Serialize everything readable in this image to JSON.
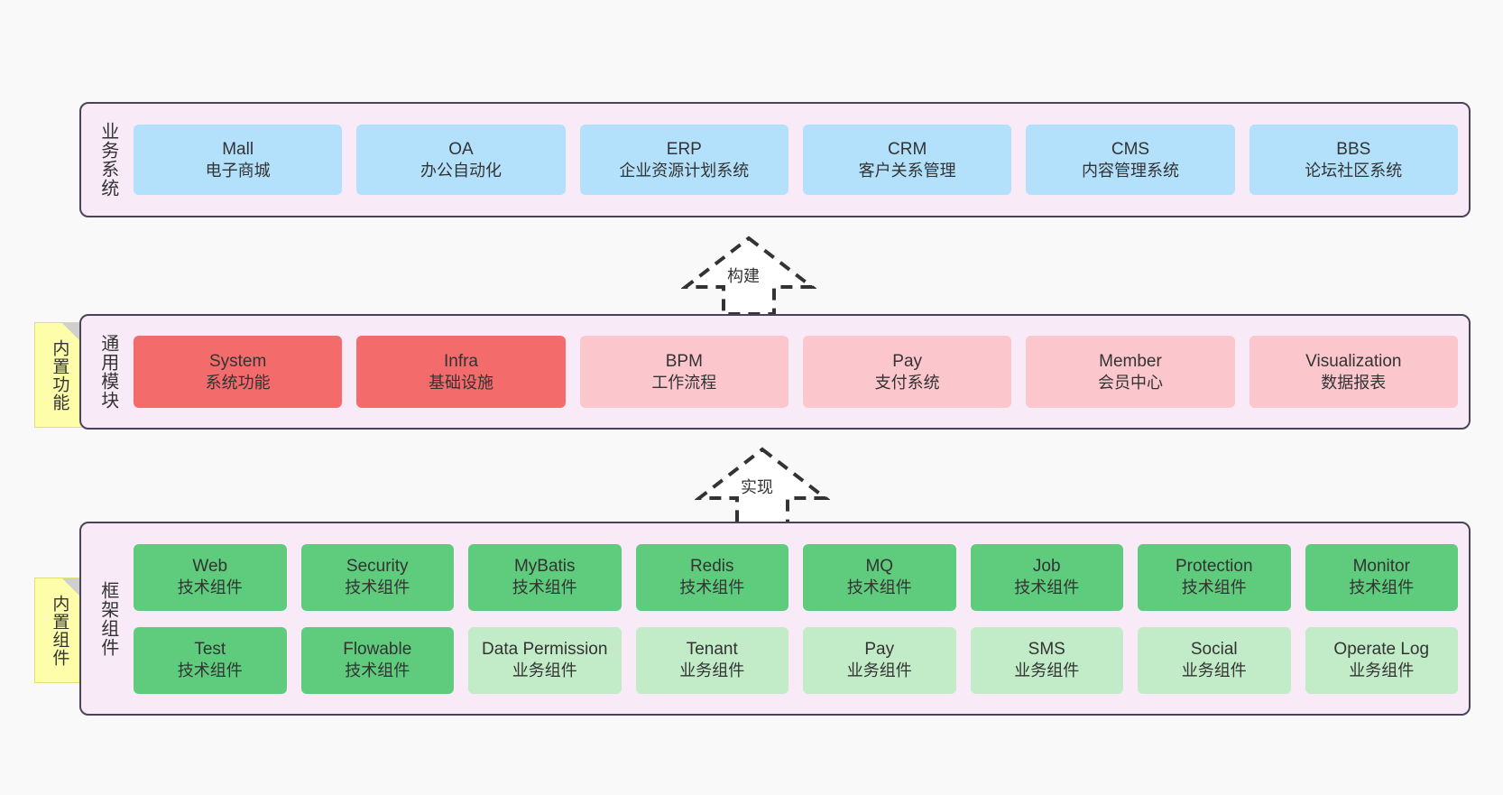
{
  "canvas": {
    "background": "#f9f9f9",
    "layer_bg": "#f8eaf6",
    "layer_border": "#4a4458",
    "note_bg": "#fdfdaa",
    "note_fold": "#cfcfcf"
  },
  "layers": [
    {
      "id": "business-system",
      "title": "业务系统",
      "note": null,
      "rows": [
        {
          "cards": [
            {
              "en": "Mall",
              "cn": "电子商城",
              "color": "#b3e0fb",
              "style": "c-blue"
            },
            {
              "en": "OA",
              "cn": "办公自动化",
              "color": "#b3e0fb",
              "style": "c-blue"
            },
            {
              "en": "ERP",
              "cn": "企业资源计划系统",
              "color": "#b3e0fb",
              "style": "c-blue"
            },
            {
              "en": "CRM",
              "cn": "客户关系管理",
              "color": "#b3e0fb",
              "style": "c-blue"
            },
            {
              "en": "CMS",
              "cn": "内容管理系统",
              "color": "#b3e0fb",
              "style": "c-blue"
            },
            {
              "en": "BBS",
              "cn": "论坛社区系统",
              "color": "#b3e0fb",
              "style": "c-blue"
            }
          ]
        }
      ]
    },
    {
      "id": "common-module",
      "title": "通用模块",
      "note": "内置功能",
      "rows": [
        {
          "cards": [
            {
              "en": "System",
              "cn": "系统功能",
              "color": "#f36b6b",
              "style": "c-red"
            },
            {
              "en": "Infra",
              "cn": "基础设施",
              "color": "#f36b6b",
              "style": "c-red"
            },
            {
              "en": "BPM",
              "cn": "工作流程",
              "color": "#fcc6cd",
              "style": "c-pink"
            },
            {
              "en": "Pay",
              "cn": "支付系统",
              "color": "#fcc6cd",
              "style": "c-pink"
            },
            {
              "en": "Member",
              "cn": "会员中心",
              "color": "#fcc6cd",
              "style": "c-pink"
            },
            {
              "en": "Visualization",
              "cn": "数据报表",
              "color": "#fcc6cd",
              "style": "c-pink"
            }
          ]
        }
      ]
    },
    {
      "id": "framework-component",
      "title": "框架组件",
      "note": "内置组件",
      "rows": [
        {
          "cards": [
            {
              "en": "Web",
              "cn": "技术组件",
              "color": "#5ecb7d",
              "style": "c-green"
            },
            {
              "en": "Security",
              "cn": "技术组件",
              "color": "#5ecb7d",
              "style": "c-green"
            },
            {
              "en": "MyBatis",
              "cn": "技术组件",
              "color": "#5ecb7d",
              "style": "c-green"
            },
            {
              "en": "Redis",
              "cn": "技术组件",
              "color": "#5ecb7d",
              "style": "c-green"
            },
            {
              "en": "MQ",
              "cn": "技术组件",
              "color": "#5ecb7d",
              "style": "c-green"
            },
            {
              "en": "Job",
              "cn": "技术组件",
              "color": "#5ecb7d",
              "style": "c-green"
            },
            {
              "en": "Protection",
              "cn": "技术组件",
              "color": "#5ecb7d",
              "style": "c-green"
            },
            {
              "en": "Monitor",
              "cn": "技术组件",
              "color": "#5ecb7d",
              "style": "c-green"
            }
          ]
        },
        {
          "cards": [
            {
              "en": "Test",
              "cn": "技术组件",
              "color": "#5ecb7d",
              "style": "c-green"
            },
            {
              "en": "Flowable",
              "cn": "技术组件",
              "color": "#5ecb7d",
              "style": "c-green"
            },
            {
              "en": "Data Permission",
              "cn": "业务组件",
              "color": "#c2ebc8",
              "style": "c-lgreen"
            },
            {
              "en": "Tenant",
              "cn": "业务组件",
              "color": "#c2ebc8",
              "style": "c-lgreen"
            },
            {
              "en": "Pay",
              "cn": "业务组件",
              "color": "#c2ebc8",
              "style": "c-lgreen"
            },
            {
              "en": "SMS",
              "cn": "业务组件",
              "color": "#c2ebc8",
              "style": "c-lgreen"
            },
            {
              "en": "Social",
              "cn": "业务组件",
              "color": "#c2ebc8",
              "style": "c-lgreen"
            },
            {
              "en": "Operate Log",
              "cn": "业务组件",
              "color": "#c2ebc8",
              "style": "c-lgreen"
            }
          ]
        }
      ]
    }
  ],
  "connectors": [
    {
      "id": "build",
      "label": "构建",
      "from": "common-module",
      "to": "business-system"
    },
    {
      "id": "implement",
      "label": "实现",
      "from": "framework-component",
      "to": "common-module"
    }
  ]
}
